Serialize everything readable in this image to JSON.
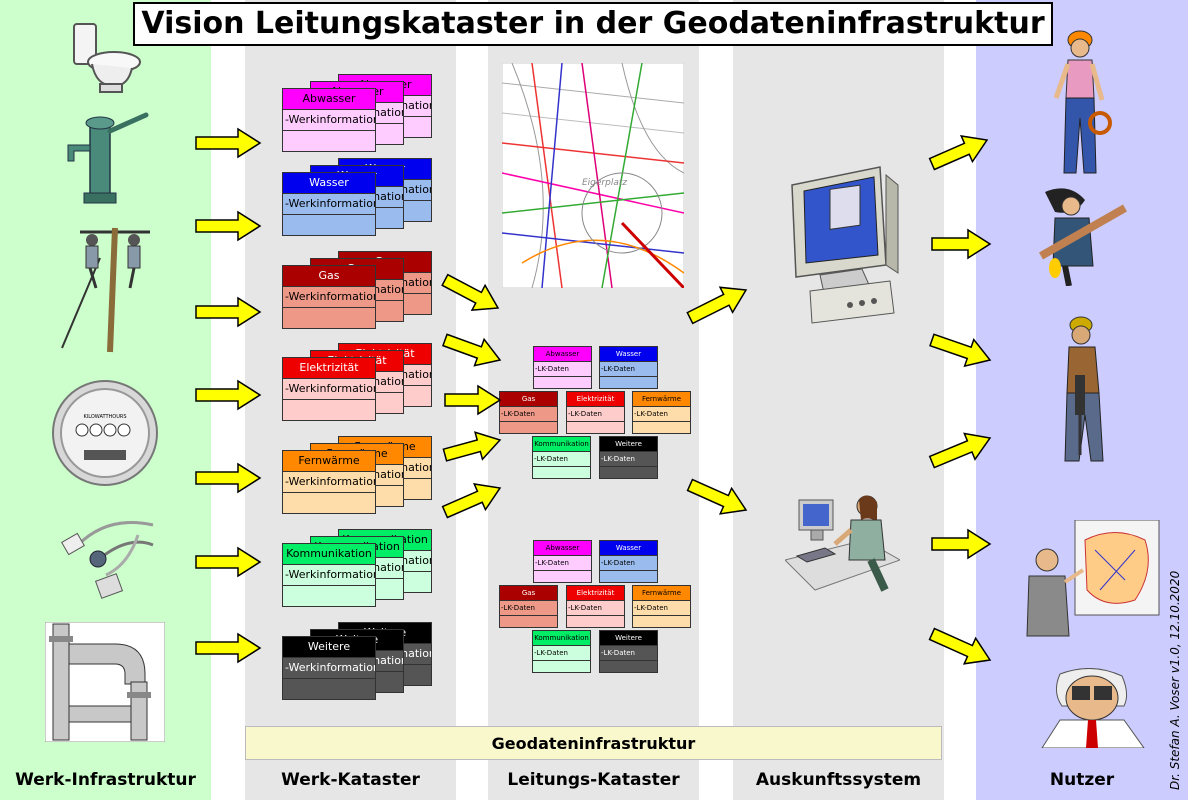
{
  "title": "Vision Leitungskataster in der Geodateninfrastruktur",
  "columns": {
    "werk_infrastruktur": "Werk-Infrastruktur",
    "werk_kataster": "Werk-Kataster",
    "leitungs_kataster": "Leitungs-Kataster",
    "auskunftssystem": "Auskunftssystem",
    "nutzer": "Nutzer"
  },
  "geodateninfrastruktur": "Geodateninfrastruktur",
  "credit": "Dr. Stefan A. Voser v1.0, 12.10.2020",
  "werk_cards": [
    {
      "name": "Abwasser",
      "row": "-Werkinformation",
      "color": "#ff00ff",
      "light": "#ffccff"
    },
    {
      "name": "Wasser",
      "row": "-Werkinformation",
      "color": "#0000ee",
      "light": "#99bbee"
    },
    {
      "name": "Gas",
      "row": "-Werkinformation",
      "color": "#aa0000",
      "light": "#ee9988"
    },
    {
      "name": "Elektrizität",
      "row": "-Werkinformation",
      "color": "#ee0000",
      "light": "#ffcccc"
    },
    {
      "name": "Fernwärme",
      "row": "-Werkinformation",
      "color": "#ff8800",
      "light": "#ffddaa"
    },
    {
      "name": "Kommunikation",
      "row": "-Werkinformation",
      "color": "#00ee66",
      "light": "#ccffdd"
    },
    {
      "name": "Weitere",
      "row": "-Werkinformation",
      "color": "#000000",
      "light": "#555555"
    }
  ],
  "lk_cards": [
    {
      "name": "Abwasser",
      "row": "-LK-Daten",
      "color": "#ff00ff",
      "light": "#ffccff",
      "text": "#000"
    },
    {
      "name": "Wasser",
      "row": "-LK-Daten",
      "color": "#0000ee",
      "light": "#99bbee",
      "text": "#fff"
    },
    {
      "name": "Gas",
      "row": "-LK-Daten",
      "color": "#aa0000",
      "light": "#ee9988",
      "text": "#fff"
    },
    {
      "name": "Elektrizität",
      "row": "-LK-Daten",
      "color": "#ee0000",
      "light": "#ffcccc",
      "text": "#fff"
    },
    {
      "name": "Fernwärme",
      "row": "-LK-Daten",
      "color": "#ff8800",
      "light": "#ffddaa",
      "text": "#000"
    },
    {
      "name": "Kommunikation",
      "row": "-LK-Daten",
      "color": "#00ee66",
      "light": "#ccffdd",
      "text": "#000"
    },
    {
      "name": "Weitere",
      "row": "-LK-Daten",
      "color": "#000000",
      "light": "#555555",
      "text": "#fff"
    }
  ],
  "map_label": "Eigerplatz",
  "meter_label": "KILOWATTHOURS",
  "icons": [
    "toilet-icon",
    "water-pump-icon",
    "power-line-workers-icon",
    "electricity-meter-icon",
    "cable-icon",
    "pipes-icon",
    "computer-icon",
    "office-worker-icon",
    "construction-worker-icon",
    "engineer-icon",
    "jackhammer-worker-icon",
    "presenter-map-icon",
    "binoculars-man-icon"
  ]
}
